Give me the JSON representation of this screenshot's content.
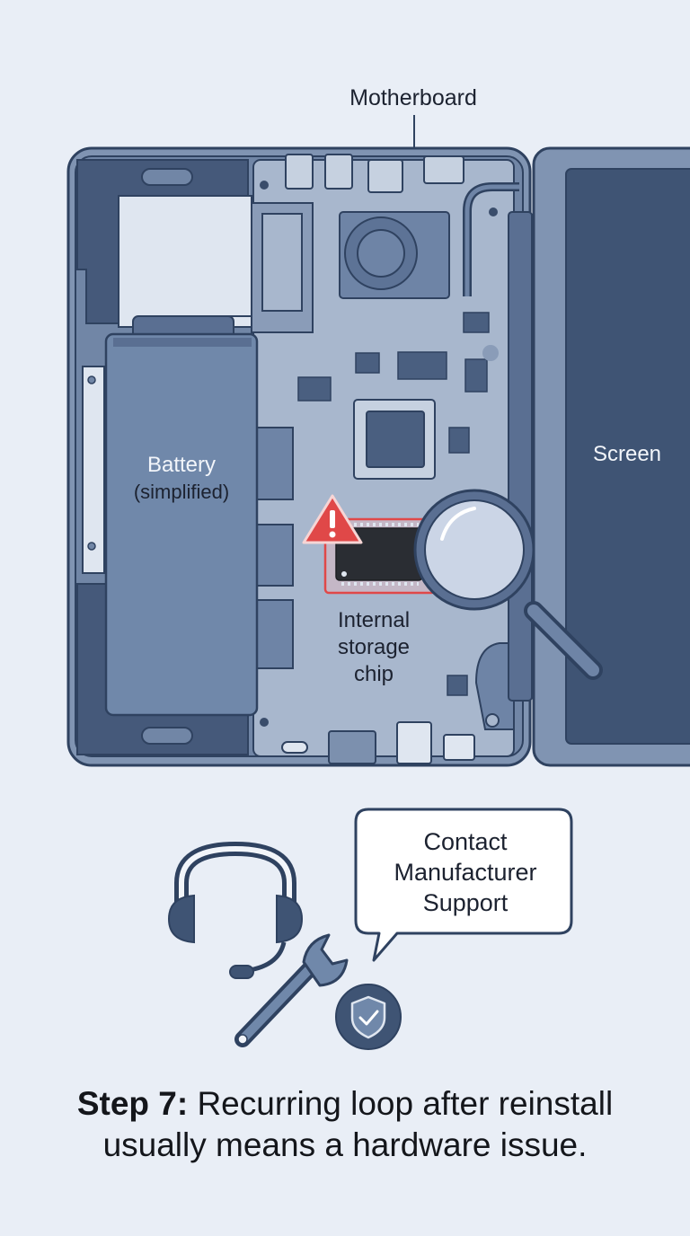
{
  "labels": {
    "motherboard": "Motherboard",
    "battery_line1": "Battery",
    "battery_line2": "(simplified)",
    "screen": "Screen",
    "chip_line1": "Internal",
    "chip_line2": "storage",
    "chip_line3": "chip"
  },
  "support": {
    "bubble_line1": "Contact",
    "bubble_line2": "Manufacturer",
    "bubble_line3": "Support"
  },
  "caption": {
    "step": "Step 7:",
    "text_line1": "Recurring loop after reinstall",
    "text_line2": "usually means a hardware issue."
  },
  "icons": [
    "warning-icon",
    "magnifier-icon",
    "headset-icon",
    "wrench-icon",
    "shield-check-icon"
  ],
  "colors": {
    "background": "#e9eef6",
    "device_frame": "#7a8ca8",
    "outline": "#2f4260",
    "board": "#a9b8cf",
    "battery": "#6f86a6",
    "screen": "#3d5270",
    "warning": "#e04848",
    "chip": "#2a2d33"
  }
}
